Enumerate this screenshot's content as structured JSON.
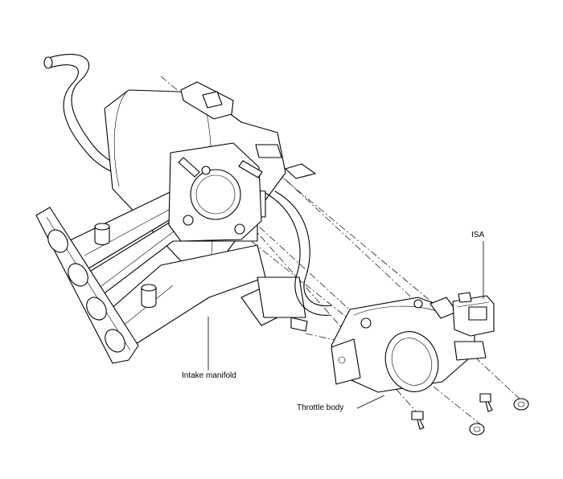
{
  "labels": {
    "isa": "ISA",
    "intake_manifold": "Intake manifold",
    "throttle_body": "Throttle body"
  },
  "colors": {
    "line": "#000000",
    "background": "#ffffff"
  }
}
